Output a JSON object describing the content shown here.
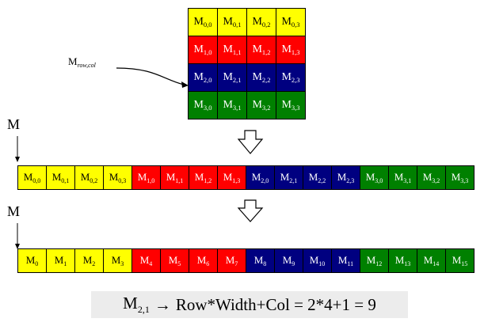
{
  "colors": {
    "row0": "#ffff00",
    "row1": "#ff0000",
    "row2": "#000080",
    "row3": "#008000",
    "text_light": "#ffffff",
    "text_dark": "#000000"
  },
  "matrix": {
    "rows": [
      [
        "0,0",
        "0,1",
        "0,2",
        "0,3"
      ],
      [
        "1,0",
        "1,1",
        "1,2",
        "1,3"
      ],
      [
        "2,0",
        "2,1",
        "2,2",
        "2,3"
      ],
      [
        "3,0",
        "3,1",
        "3,2",
        "3,3"
      ]
    ],
    "base": "M",
    "pointer_label": {
      "base": "M",
      "sub": "row,col"
    }
  },
  "linear_2d_indices": [
    "0,0",
    "0,1",
    "0,2",
    "0,3",
    "1,0",
    "1,1",
    "1,2",
    "1,3",
    "2,0",
    "2,1",
    "2,2",
    "2,3",
    "3,0",
    "3,1",
    "3,2",
    "3,3"
  ],
  "linear_1d_indices": [
    "0",
    "1",
    "2",
    "3",
    "4",
    "5",
    "6",
    "7",
    "8",
    "9",
    "10",
    "11",
    "12",
    "13",
    "14",
    "15"
  ],
  "array_label_1": "M",
  "array_label_2": "M",
  "formula": {
    "base": "M",
    "sub": "2,1",
    "arrow": "→",
    "text": "Row*Width+Col = 2*4+1 = 9"
  }
}
